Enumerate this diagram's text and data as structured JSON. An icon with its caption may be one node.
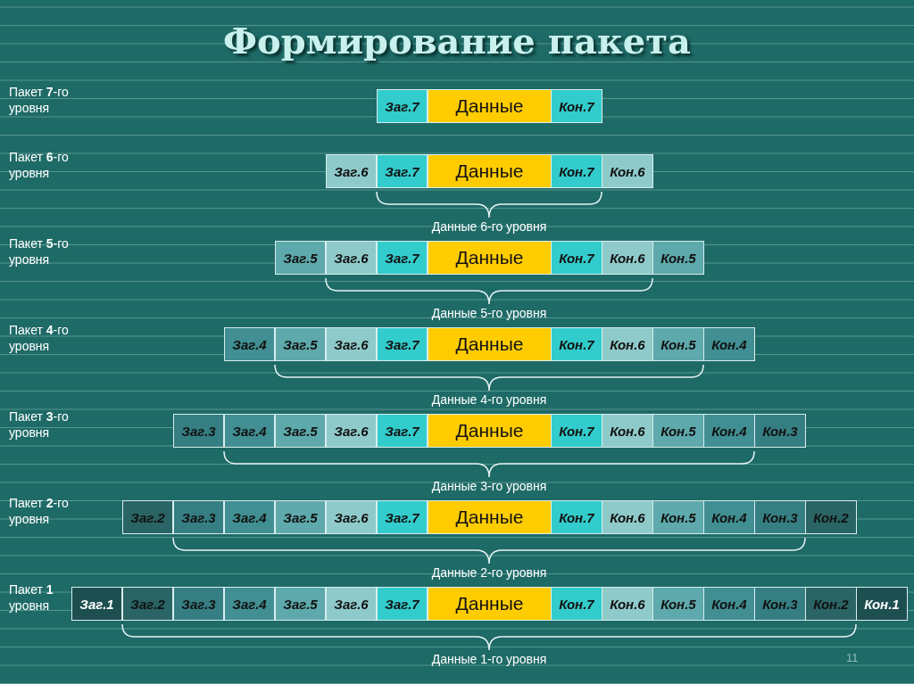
{
  "diagram": {
    "title": "Формирование пакета",
    "nodes": [
      {
        "text": [
          "Заг.7"
        ]
      },
      {
        "text": [
          "Данные"
        ]
      },
      {
        "text": [
          "Кон.7"
        ]
      },
      {
        "text": [
          "Заг.6"
        ]
      },
      {
        "text": [
          "Заг.7"
        ]
      },
      {
        "text": [
          "Данные"
        ]
      },
      {
        "text": [
          "Кон.7"
        ]
      },
      {
        "text": [
          "Кон.6"
        ]
      },
      {
        "text": [
          "Заг.5"
        ]
      },
      {
        "text": [
          "Заг.6"
        ]
      },
      {
        "text": [
          "Заг.7"
        ]
      },
      {
        "text": [
          "Данные"
        ]
      },
      {
        "text": [
          "Кон.7"
        ]
      },
      {
        "text": [
          "Кон.6"
        ]
      },
      {
        "text": [
          "Кон.5"
        ]
      },
      {
        "text": [
          "Заг.4"
        ]
      },
      {
        "text": [
          "Заг.5"
        ]
      },
      {
        "text": [
          "Заг.6"
        ]
      },
      {
        "text": [
          "Заг.7"
        ]
      },
      {
        "text": [
          "Данные"
        ]
      },
      {
        "text": [
          "Кон.7"
        ]
      },
      {
        "text": [
          "Кон.6"
        ]
      },
      {
        "text": [
          "Кон.5"
        ]
      },
      {
        "text": [
          "Кон.4"
        ]
      },
      {
        "text": [
          "Заг.3"
        ]
      },
      {
        "text": [
          "Заг.4"
        ]
      },
      {
        "text": [
          "Заг.5"
        ]
      },
      {
        "text": [
          "Заг.6"
        ]
      },
      {
        "text": [
          "Заг.7"
        ]
      },
      {
        "text": [
          "Данные"
        ]
      },
      {
        "text": [
          "Кон.7"
        ]
      },
      {
        "text": [
          "Кон.6"
        ]
      },
      {
        "text": [
          "Кон.5"
        ]
      },
      {
        "text": [
          "Кон.4"
        ]
      },
      {
        "text": [
          "Кон.3"
        ]
      },
      {
        "text": [
          "Заг.2"
        ]
      },
      {
        "text": [
          "Заг.3"
        ]
      },
      {
        "text": [
          "Заг.4"
        ]
      },
      {
        "text": [
          "Заг.5"
        ]
      },
      {
        "text": [
          "Заг.6"
        ]
      },
      {
        "text": [
          "Заг.7"
        ]
      },
      {
        "text": [
          "Данные"
        ]
      },
      {
        "text": [
          "Кон.7"
        ]
      },
      {
        "text": [
          "Кон.6"
        ]
      },
      {
        "text": [
          "Кон.5"
        ]
      },
      {
        "text": [
          "Кон.4"
        ]
      },
      {
        "text": [
          "Кон.3"
        ]
      },
      {
        "text": [
          "Кон.2"
        ]
      },
      {
        "text": [
          "Заг.1"
        ]
      },
      {
        "text": [
          "Заг.2"
        ]
      },
      {
        "text": [
          "Заг.3"
        ]
      },
      {
        "text": [
          "Заг.4"
        ]
      },
      {
        "text": [
          "Заг.5"
        ]
      },
      {
        "text": [
          "Заг.6"
        ]
      },
      {
        "text": [
          "Заг.7"
        ]
      },
      {
        "text": [
          "Данные"
        ]
      },
      {
        "text": [
          "Кон.7"
        ]
      },
      {
        "text": [
          "Кон.6"
        ]
      },
      {
        "text": [
          "Кон.5"
        ]
      },
      {
        "text": [
          "Кон.4"
        ]
      },
      {
        "text": [
          "Кон.3"
        ]
      },
      {
        "text": [
          "Кон.2"
        ]
      },
      {
        "text": [
          "Кон.1"
        ]
      }
    ],
    "labels": [
      "Пакет **7**-го уровня",
      "Пакет **6**-го уровня",
      "Данные 6-го уровня",
      "Пакет **5**-го уровня",
      "Данные 5-го уровня",
      "Пакет **4**-го уровня",
      "Данные 4-го уровня",
      "Пакет **3**-го уровня",
      "Данные 3-го уровня",
      "Пакет **2**-го уровня",
      "Данные 2-го уровня",
      "Пакет **1** уровня",
      "Данные 1-го уровня",
      "11"
    ]
  }
}
